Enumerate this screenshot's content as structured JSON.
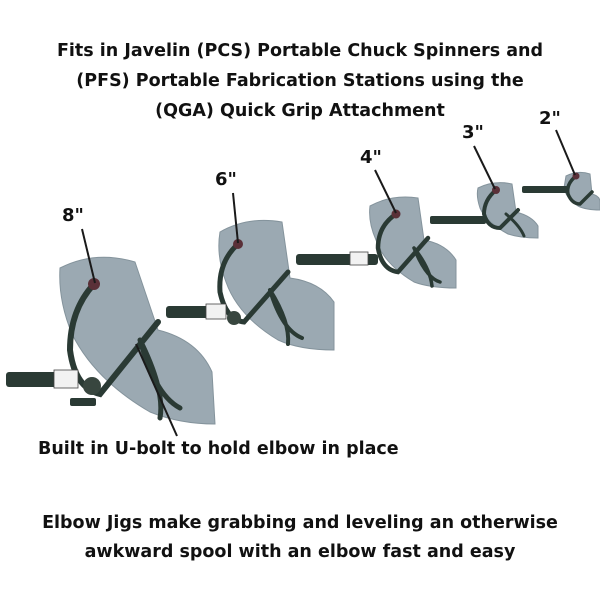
{
  "headline": {
    "line1": "Fits in Javelin (PCS) Portable Chuck Spinners and",
    "line2": "(PFS) Portable Fabrication Stations using the",
    "line3": "(QGA) Quick Grip Attachment"
  },
  "jigs": [
    {
      "size": "8\""
    },
    {
      "size": "6\""
    },
    {
      "size": "4\""
    },
    {
      "size": "3\""
    },
    {
      "size": "2\""
    }
  ],
  "callout": "Built in U-bolt to hold elbow in place",
  "footer": {
    "line1": "Elbow Jigs make grabbing and leveling an otherwise",
    "line2": "awkward spool with an elbow fast and easy"
  },
  "colors": {
    "elbow_fill": "#8a9ba5",
    "jig_frame": "#2a3a34",
    "pointer": "#1a1a1a",
    "text": "#111111"
  }
}
